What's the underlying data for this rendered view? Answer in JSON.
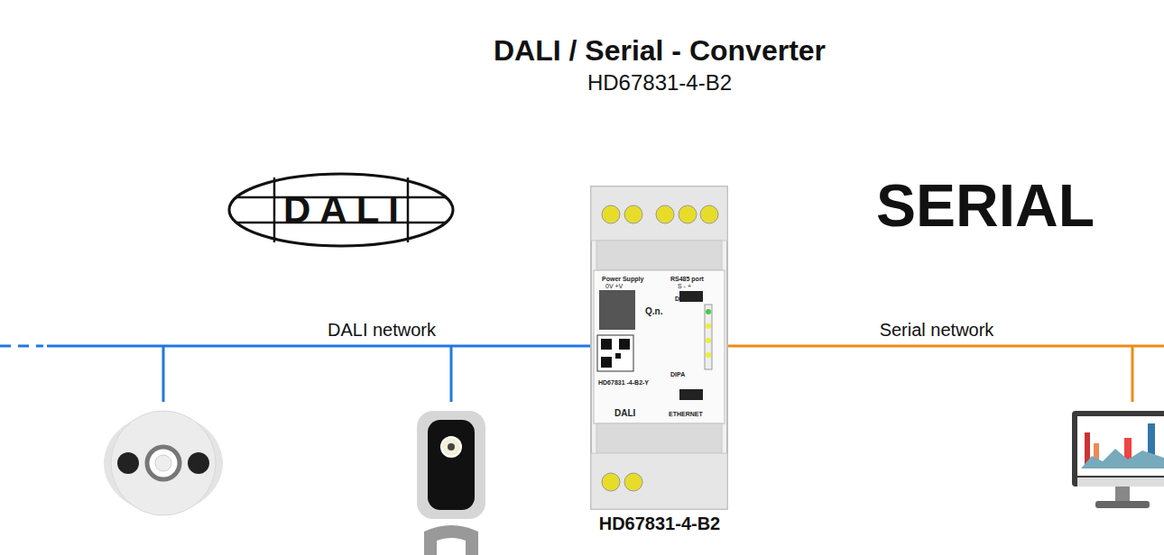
{
  "diagram": {
    "title": "DALI / Serial - Converter",
    "nodes": [
      {
        "text": [
          "DALI"
        ]
      },
      {
        "text": [
          "Power Supply",
          "0V +V",
          "RS485 port",
          "S - +",
          "DIPB",
          "Q.n.",
          "DIPA",
          "HD67831 -4-B2-Y",
          "DALI",
          "ETHERNET"
        ]
      }
    ],
    "labels": [
      "HD67831-4-B2",
      "SERIAL",
      "DALI network",
      "Serial network",
      "HD67831-4-B2"
    ]
  }
}
